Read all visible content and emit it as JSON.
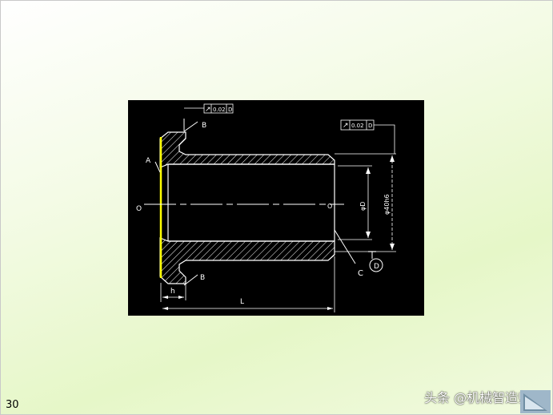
{
  "slide": {
    "page_number": "30",
    "watermark": "头条 @机械智造师"
  },
  "drawing": {
    "labels": {
      "a": "A",
      "b_top": "B",
      "b_bottom": "B",
      "c": "C",
      "d": "D",
      "o_left": "O",
      "o_right": "O",
      "h": "h",
      "l": "L"
    },
    "dimensions": {
      "inner_diameter": "φD",
      "outer_diameter": "φ40h6"
    },
    "tolerance_frames": [
      {
        "symbol": "↗",
        "value": "0.02",
        "datum": "D"
      },
      {
        "symbol": "↗",
        "value": "0.02",
        "datum": "D"
      }
    ],
    "colors": {
      "background": "#000000",
      "lines": "#ffffff",
      "highlight": "#ffff00"
    }
  }
}
